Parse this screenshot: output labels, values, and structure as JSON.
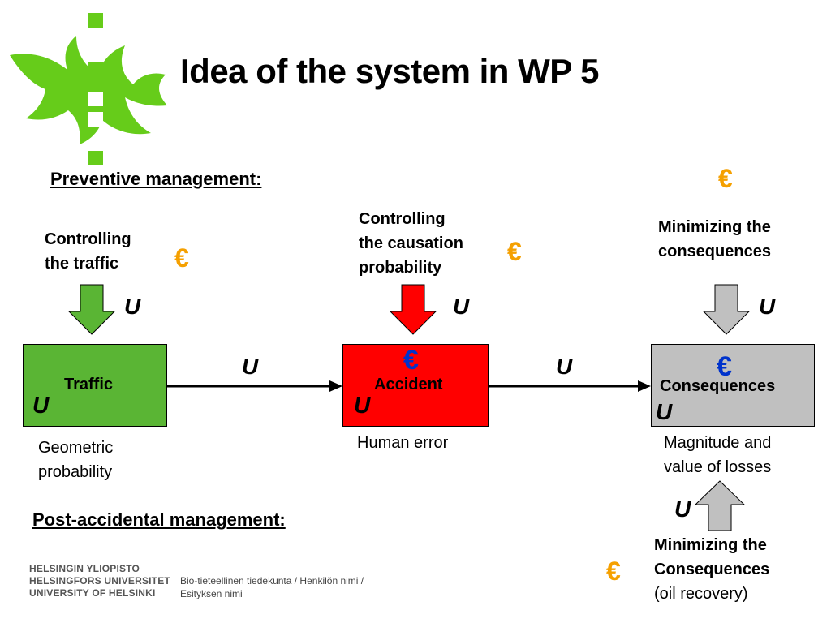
{
  "title": "Idea of the system in WP 5",
  "preventive_heading": "Preventive management:",
  "post_accidental_heading": "Post-accidental management:",
  "controls": {
    "traffic": [
      "Controlling",
      "the traffic"
    ],
    "causation": [
      "Controlling",
      "the causation",
      "probability"
    ],
    "consequences_top": [
      "Minimizing the",
      "consequences"
    ],
    "consequences_bottom": [
      "Minimizing the",
      "Consequences"
    ],
    "consequences_bottom_note": "(oil recovery)"
  },
  "boxes": {
    "traffic": "Traffic",
    "accident": "Accident",
    "consequences": "Consequences"
  },
  "box_notes": {
    "traffic": [
      "Geometric",
      "probability"
    ],
    "accident": "Human error",
    "consequences": [
      "Magnitude and",
      "value of losses"
    ]
  },
  "symbols": {
    "uncertainty": "U",
    "euro": "€"
  },
  "footer": {
    "institution": [
      "HELSINGIN YLIOPISTO",
      "HELSINGFORS UNIVERSITET",
      "UNIVERSITY OF HELSINKI"
    ],
    "meta": [
      "Bio-tieteellinen tiedekunta / Henkilön nimi /",
      "Esityksen nimi"
    ]
  },
  "colors": {
    "traffic_box": "#5ab534",
    "accident_box": "#ff0000",
    "consequences_box": "#c0c0c0",
    "logo_green": "#66cc1a",
    "euro_orange": "#f5a000",
    "euro_blue": "#0033cc"
  }
}
